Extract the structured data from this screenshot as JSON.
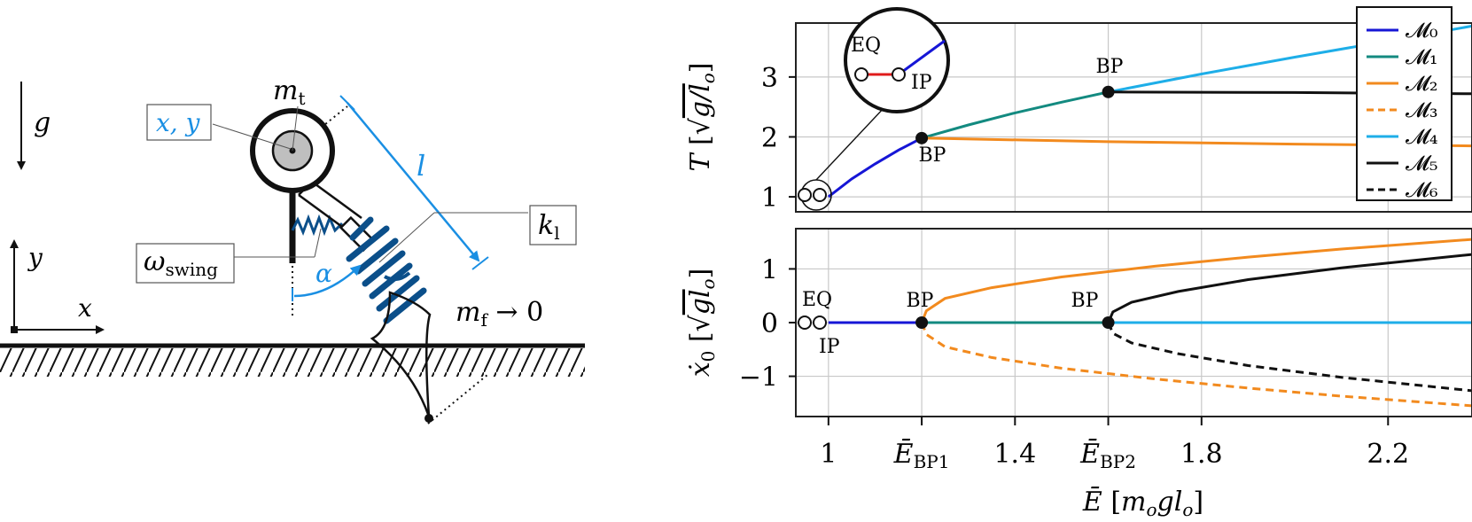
{
  "colors": {
    "blue_label": "#1a8fe3",
    "spring_dark": "#0b4f8a",
    "m0": "#1616d6",
    "m1": "#138a80",
    "m2": "#f28a1e",
    "m3": "#f28a1e",
    "m4": "#1eaee8",
    "m5": "#111111",
    "m6": "#111111",
    "eq_segment": "#e01b1b"
  },
  "diagram": {
    "g": "g",
    "y": "y",
    "x": "x",
    "xy": "x, y",
    "mt": "m",
    "mt_sub": "t",
    "l": "l",
    "kl": "k",
    "kl_sub": "l",
    "omega": "ω",
    "omega_sub": "swing",
    "alpha": "α",
    "mf": "m",
    "mf_sub": "f",
    "mf_tail": " → 0"
  },
  "chart_data": [
    {
      "type": "line",
      "ylabel": "T [√(g/l_o)]",
      "ylim": [
        0.75,
        3.9
      ],
      "xlim": [
        0.93,
        2.38
      ],
      "yticks": [
        "1",
        "2",
        "3"
      ],
      "grid": true,
      "legend_position": "top-right",
      "legend": [
        "𝓜₀",
        "𝓜₁",
        "𝓜₂",
        "𝓜₃",
        "𝓜₄",
        "𝓜₅",
        "𝓜₆"
      ],
      "annotations": [
        "BP",
        "BP",
        "EQ",
        "IP"
      ],
      "series": [
        {
          "name": "𝓜₀",
          "x": [
            1.0,
            1.05,
            1.1,
            1.15,
            1.2
          ],
          "y": [
            1.0,
            1.3,
            1.55,
            1.78,
            1.98
          ]
        },
        {
          "name": "𝓜₁",
          "x": [
            1.2,
            1.3,
            1.4,
            1.5,
            1.6
          ],
          "y": [
            1.98,
            2.2,
            2.4,
            2.58,
            2.75
          ]
        },
        {
          "name": "𝓜₂",
          "x": [
            1.2,
            1.6,
            2.0,
            2.38
          ],
          "y": [
            1.98,
            1.92,
            1.88,
            1.85
          ]
        },
        {
          "name": "𝓜₄",
          "x": [
            1.6,
            1.8,
            2.0,
            2.2,
            2.38
          ],
          "y": [
            2.75,
            3.05,
            3.33,
            3.6,
            3.85
          ]
        },
        {
          "name": "𝓜₅",
          "x": [
            1.6,
            2.0,
            2.38
          ],
          "y": [
            2.75,
            2.74,
            2.72
          ]
        }
      ],
      "markers": [
        {
          "x": 1.2,
          "y": 1.98
        },
        {
          "x": 1.6,
          "y": 2.75
        }
      ]
    },
    {
      "type": "line",
      "ylabel": "ẋ₀ [√(gl_o)]",
      "ylim": [
        -1.75,
        1.75
      ],
      "xlim": [
        0.93,
        2.38
      ],
      "yticks": [
        "−1",
        "0",
        "1"
      ],
      "xticks": [
        "1",
        "Ē_BP1",
        "1.4",
        "Ē_BP2",
        "1.8",
        "2.2"
      ],
      "xlabel": "Ē [m_o g l_o]",
      "grid": true,
      "annotations": [
        "EQ",
        "IP",
        "BP",
        "BP"
      ],
      "series": [
        {
          "name": "𝓜₀",
          "x": [
            1.0,
            1.2
          ],
          "y": [
            0,
            0
          ]
        },
        {
          "name": "𝓜₁",
          "x": [
            1.2,
            1.6
          ],
          "y": [
            0,
            0
          ]
        },
        {
          "name": "𝓜₄",
          "x": [
            1.6,
            2.38
          ],
          "y": [
            0,
            0
          ]
        },
        {
          "name": "𝓜₂",
          "x": [
            1.2,
            1.21,
            1.25,
            1.35,
            1.5,
            1.7,
            1.9,
            2.1,
            2.38
          ],
          "y": [
            0,
            0.22,
            0.45,
            0.65,
            0.85,
            1.05,
            1.22,
            1.37,
            1.55
          ]
        },
        {
          "name": "𝓜₃",
          "x": [
            1.2,
            1.21,
            1.25,
            1.35,
            1.5,
            1.7,
            1.9,
            2.1,
            2.38
          ],
          "y": [
            0,
            -0.22,
            -0.45,
            -0.65,
            -0.85,
            -1.05,
            -1.22,
            -1.37,
            -1.55
          ]
        },
        {
          "name": "𝓜₅",
          "x": [
            1.6,
            1.61,
            1.65,
            1.75,
            1.9,
            2.1,
            2.38
          ],
          "y": [
            0,
            0.2,
            0.38,
            0.58,
            0.8,
            1.02,
            1.27
          ]
        },
        {
          "name": "𝓜₆",
          "x": [
            1.6,
            1.61,
            1.65,
            1.75,
            1.9,
            2.1,
            2.38
          ],
          "y": [
            0,
            -0.2,
            -0.38,
            -0.58,
            -0.8,
            -1.02,
            -1.27
          ]
        }
      ],
      "markers": [
        {
          "x": 1.2,
          "y": 0
        },
        {
          "x": 1.6,
          "y": 0
        }
      ]
    }
  ]
}
